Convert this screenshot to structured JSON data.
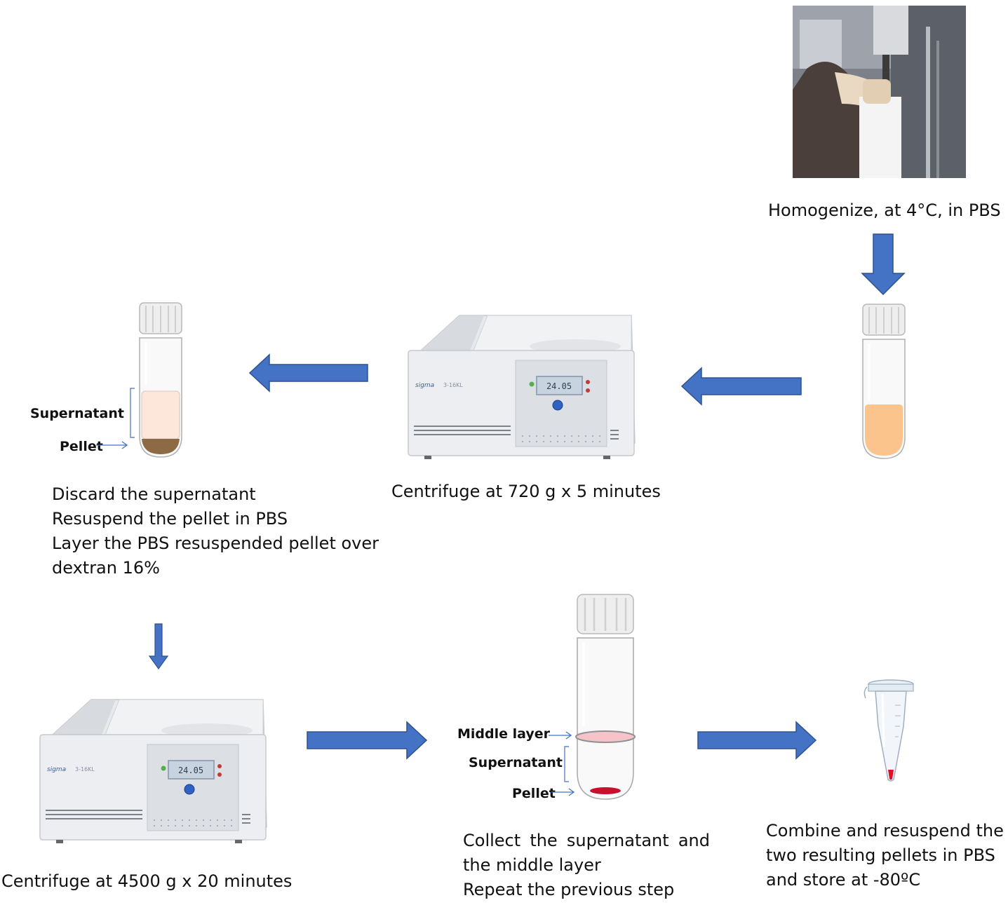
{
  "steps": {
    "homogenize": {
      "caption": "Homogenize, at 4°C, in PBS"
    },
    "centrifuge1": {
      "caption": "Centrifuge at 720 g x 5 minutes"
    },
    "discard": {
      "lines": [
        "Discard the supernatant",
        "Resuspend the pellet in PBS",
        "Layer the PBS resuspended pellet over",
        "dextran 16%"
      ],
      "labels": {
        "supernatant": "Supernatant",
        "pellet": "Pellet"
      }
    },
    "centrifuge2": {
      "caption": "Centrifuge at 4500 g x 20 minutes"
    },
    "collect": {
      "lines": [
        "Collect  the  supernatant  and",
        "the middle layer",
        "Repeat the previous step"
      ],
      "labels": {
        "middle_layer": "Middle layer",
        "supernatant": "Supernatant",
        "pellet": "Pellet"
      }
    },
    "combine": {
      "lines": [
        "Combine and resuspend the",
        "two resulting pellets in PBS",
        "and store at -80ºC"
      ]
    }
  },
  "device": {
    "brand": "sigma",
    "model": "3-16KL",
    "display": "24.05"
  },
  "colors": {
    "arrow": "#4472c4",
    "arrow_edge": "#2f528f",
    "sample": "#fbc48c",
    "supernatant_light": "#fde7da",
    "pellet_red": "#c8102e",
    "middle_layer": "#f6c3c8"
  }
}
